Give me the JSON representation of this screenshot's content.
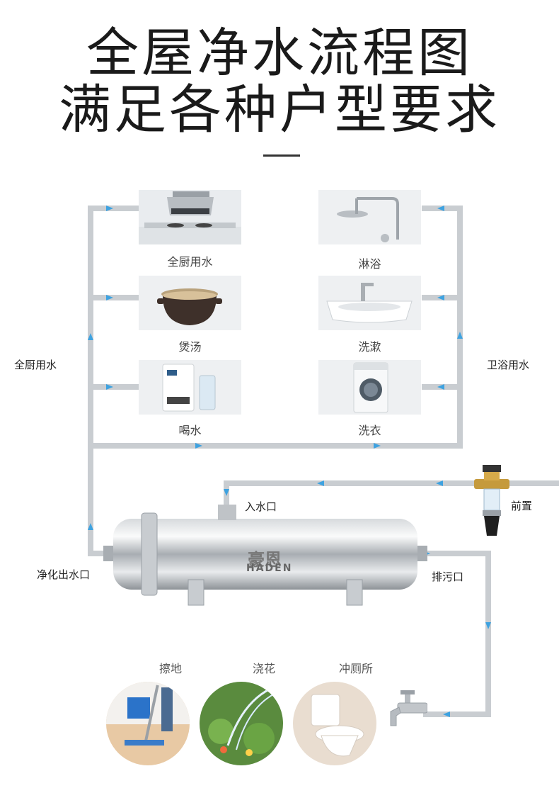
{
  "title": {
    "line1": "全屋净水流程图",
    "line2": "满足各种户型要求"
  },
  "left_items": [
    {
      "label": "全厨用水",
      "icon": "kitchen-range-hood-icon"
    },
    {
      "label": "煲汤",
      "icon": "soup-pot-icon"
    },
    {
      "label": "喝水",
      "icon": "water-dispenser-icon"
    }
  ],
  "right_items": [
    {
      "label": "淋浴",
      "icon": "shower-head-icon"
    },
    {
      "label": "洗漱",
      "icon": "wash-basin-icon"
    },
    {
      "label": "洗衣",
      "icon": "washing-machine-icon"
    }
  ],
  "side_labels": {
    "left": "全厨用水",
    "right": "卫浴用水"
  },
  "ports": {
    "inlet": "入水口",
    "prefilter": "前置",
    "outlet": "净化出水口",
    "drain": "排污口"
  },
  "purifier_brand": {
    "cn": "豪恩",
    "en": "HADEN"
  },
  "bottom_items": [
    {
      "label": "擦地",
      "icon": "mop-floor-icon"
    },
    {
      "label": "浇花",
      "icon": "watering-flowers-icon"
    },
    {
      "label": "冲厕所",
      "icon": "toilet-icon"
    }
  ],
  "colors": {
    "pipe": "#c9cdd1",
    "arrow": "#3ea2e0"
  }
}
